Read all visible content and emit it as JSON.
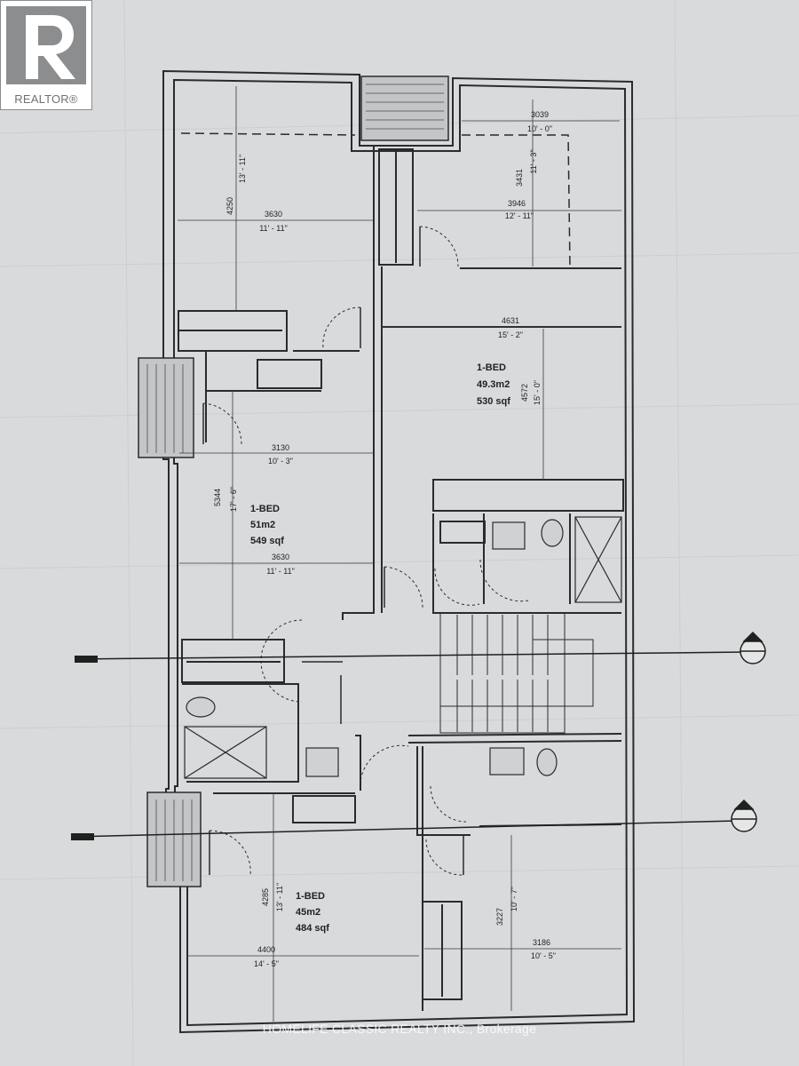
{
  "logo": {
    "text": "REALTOR®",
    "icon": "realtor-r-icon"
  },
  "watermark": {
    "text": "HOMELIFE CLASSIC REALTY INC., Brokerage"
  },
  "units": [
    {
      "label": "1-BED",
      "area_m2": "49.3m2",
      "area_sqf": "530 sqf"
    },
    {
      "label": "1-BED",
      "area_m2": "51m2",
      "area_sqf": "549 sqf"
    },
    {
      "label": "1-BED",
      "area_m2": "45m2",
      "area_sqf": "484 sqf"
    }
  ],
  "dimensions": {
    "d1": {
      "mm": "4250",
      "ft": "13' - 11\""
    },
    "d2": {
      "mm": "3630",
      "ft": "11' - 11\""
    },
    "d3": {
      "mm": "3039",
      "ft": "10' - 0\""
    },
    "d4": {
      "mm": "3431",
      "ft": "11' - 3\""
    },
    "d5": {
      "mm": "3946",
      "ft": "12' - 11\""
    },
    "d6": {
      "mm": "4631",
      "ft": "15' - 2\""
    },
    "d7": {
      "mm": "4572",
      "ft": "15' - 0\""
    },
    "d8": {
      "mm": "3130",
      "ft": "10' - 3\""
    },
    "d9": {
      "mm": "5344",
      "ft": "17' - 6\""
    },
    "d10": {
      "mm": "3630",
      "ft": "11' - 11\""
    },
    "d11": {
      "mm": "4285",
      "ft": "13' - 11\""
    },
    "d12": {
      "mm": "3227",
      "ft": "10' - 7\""
    },
    "d13": {
      "mm": "4400",
      "ft": "14' - 5\""
    },
    "d14": {
      "mm": "3186",
      "ft": "10' - 5\""
    }
  }
}
